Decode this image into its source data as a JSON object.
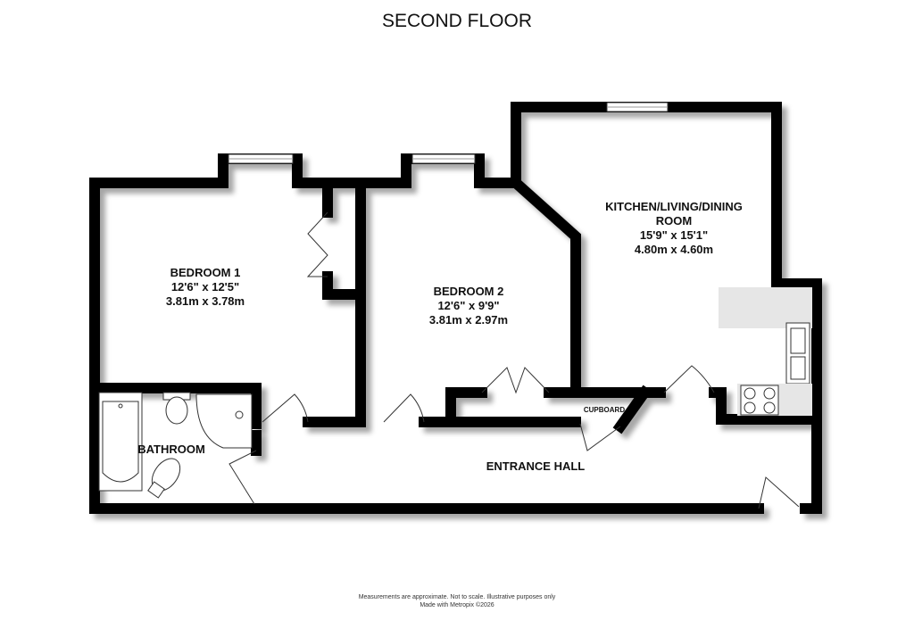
{
  "title": "SECOND FLOOR",
  "rooms": {
    "bedroom1": {
      "name": "BEDROOM 1",
      "imperial": "12'6\"  x 12'5\"",
      "metric": "3.81m  x 3.78m"
    },
    "bedroom2": {
      "name": "BEDROOM 2",
      "imperial": "12'6\"  x 9'9\"",
      "metric": "3.81m  x 2.97m"
    },
    "kitchen": {
      "name_line1": "KITCHEN/LIVING/DINING",
      "name_line2": "ROOM",
      "imperial": "15'9\"  x 15'1\"",
      "metric": "4.80m  x 4.60m"
    },
    "bathroom": {
      "name": "BATHROOM"
    },
    "cupboard": {
      "name": "CUPBOARD"
    },
    "hall": {
      "name": "ENTRANCE HALL"
    }
  },
  "footer": {
    "line1": "Measurements are approximate.  Not to scale.  Illustrative purposes only",
    "line2": "Made with Metropix ©2026"
  },
  "colors": {
    "wall": "#000000",
    "counter": "#e6e6e6"
  }
}
